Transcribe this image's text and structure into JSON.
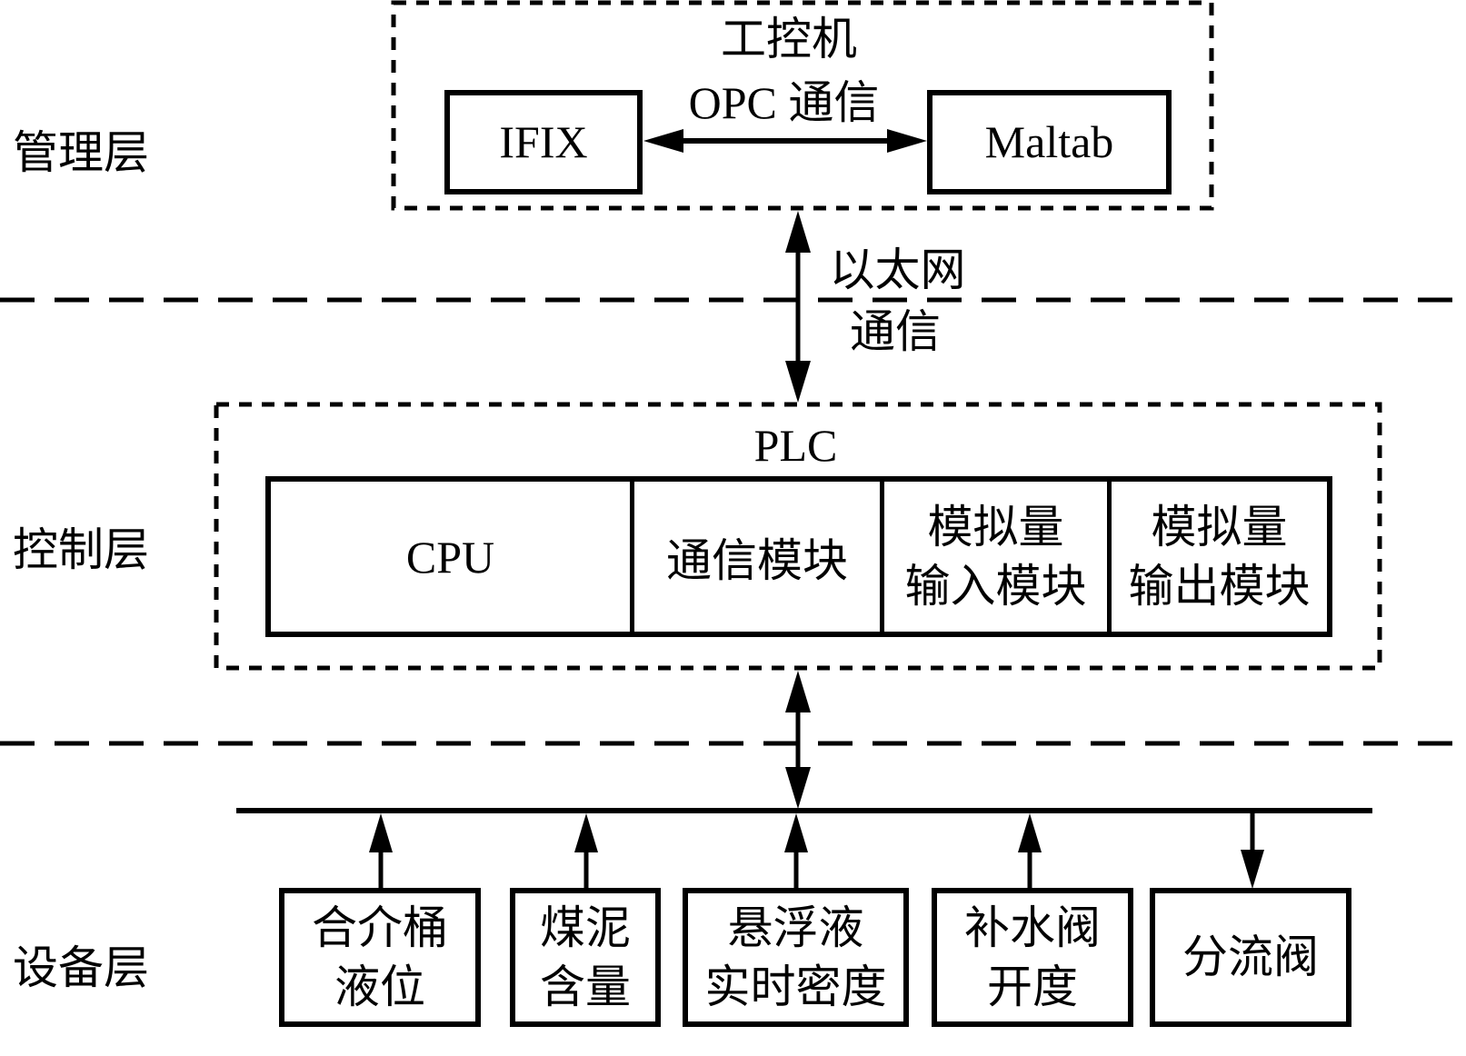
{
  "layers": {
    "management": "管理层",
    "control": "控制层",
    "device": "设备层"
  },
  "ipc": {
    "title": "工控机",
    "left_box": "IFIX",
    "right_box": "Maltab",
    "link_label": "OPC 通信"
  },
  "ethernet": {
    "line1": "以太网",
    "line2": "通信"
  },
  "plc": {
    "title": "PLC",
    "modules": [
      {
        "label": "CPU"
      },
      {
        "label": "通信模块"
      },
      {
        "label_line1": "模拟量",
        "label_line2": "输入模块"
      },
      {
        "label_line1": "模拟量",
        "label_line2": "输出模块"
      }
    ]
  },
  "devices": [
    {
      "line1": "合介桶",
      "line2": "液位",
      "direction": "up"
    },
    {
      "line1": "煤泥",
      "line2": "含量",
      "direction": "up"
    },
    {
      "line1": "悬浮液",
      "line2": "实时密度",
      "direction": "up"
    },
    {
      "line1": "补水阀",
      "line2": "开度",
      "direction": "up"
    },
    {
      "line1": "分流阀",
      "line2": "",
      "direction": "down"
    }
  ]
}
